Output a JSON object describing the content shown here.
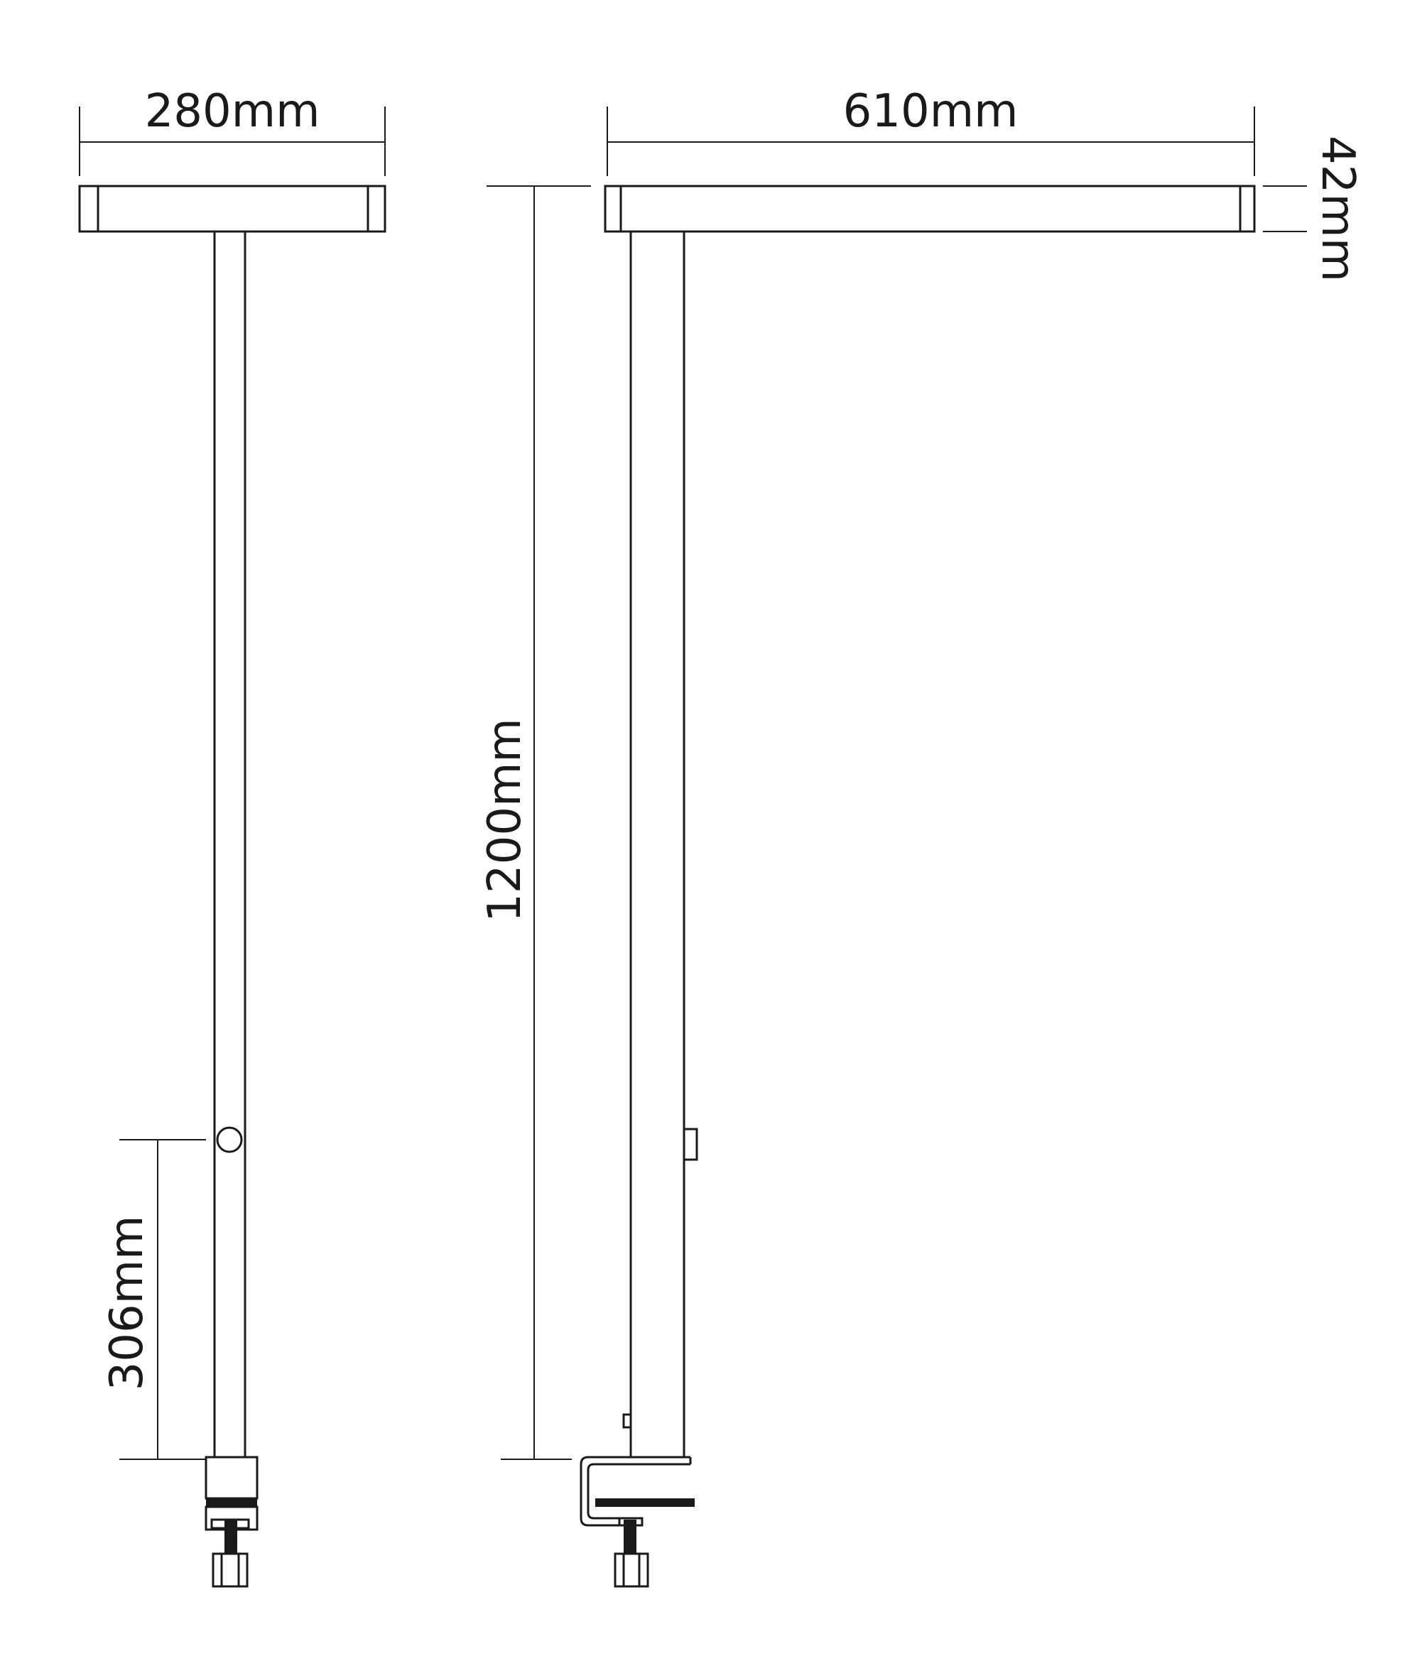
{
  "colors": {
    "line": "#1a1a1a",
    "background": "#ffffff"
  },
  "dimensions": {
    "front_width": "280mm",
    "side_width": "610mm",
    "head_height": "42mm",
    "pole_height": "1200mm",
    "switch_height": "306mm"
  }
}
